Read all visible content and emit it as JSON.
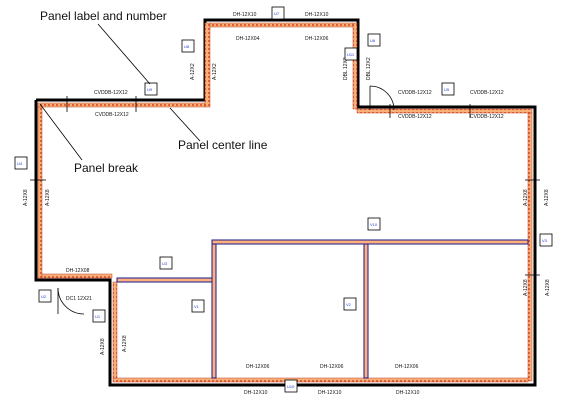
{
  "callouts": {
    "panel_label": "Panel label and number",
    "panel_break": "Panel break",
    "panel_center_line": "Panel center line"
  },
  "wall_tags": {
    "dh_1210_top": "DH-12X10",
    "dh_1210_top_b": "DH-12X10",
    "dh_1204_top": "DH-12X04",
    "dh_1206_top": "DH-12X06",
    "dbl_ext_1": "DBL 12X3",
    "dbl_ext_2": "DBL 12X2",
    "left_top_1": "CVDDB-12X12",
    "left_top_2": "CVDDB-12X12",
    "right_top_1": "CVDDB-12X12",
    "right_top_2": "CVDDB-12X12",
    "right_top_3": "CVDDB-12X12",
    "right_top_4": "CVDDB-12X12",
    "vert_a1": "A-12X2",
    "vert_a2": "A-12X2",
    "left_v1": "A-12X8",
    "left_v2": "A-12X8",
    "right_v1": "A-12X8",
    "right_v2": "A-12X8",
    "right_v3": "A-12X8",
    "right_v4": "A-12X8",
    "door_top": "DH-12X08",
    "door_label": "DC1 12X21",
    "lower_v1": "A-12X8",
    "lower_v2": "A-12X8",
    "bot_1": "DH-12X06",
    "bot_2": "DH-12X06",
    "bot_3": "DH-12X06",
    "bot_4": "DH-12X10",
    "bot_5": "DH-12X10",
    "bot_6": "DH-12X10"
  },
  "markers": {
    "m1": "U7",
    "m2": "U8",
    "m3": "U6",
    "m4": "U9",
    "m5": "U5",
    "m6": "U4",
    "m7": "V3",
    "m8": "V10",
    "m9": "U3",
    "m10": "U2",
    "m11": "U1",
    "m12": "V1",
    "m13": "V2",
    "m14": "U10",
    "m15": "U11"
  }
}
